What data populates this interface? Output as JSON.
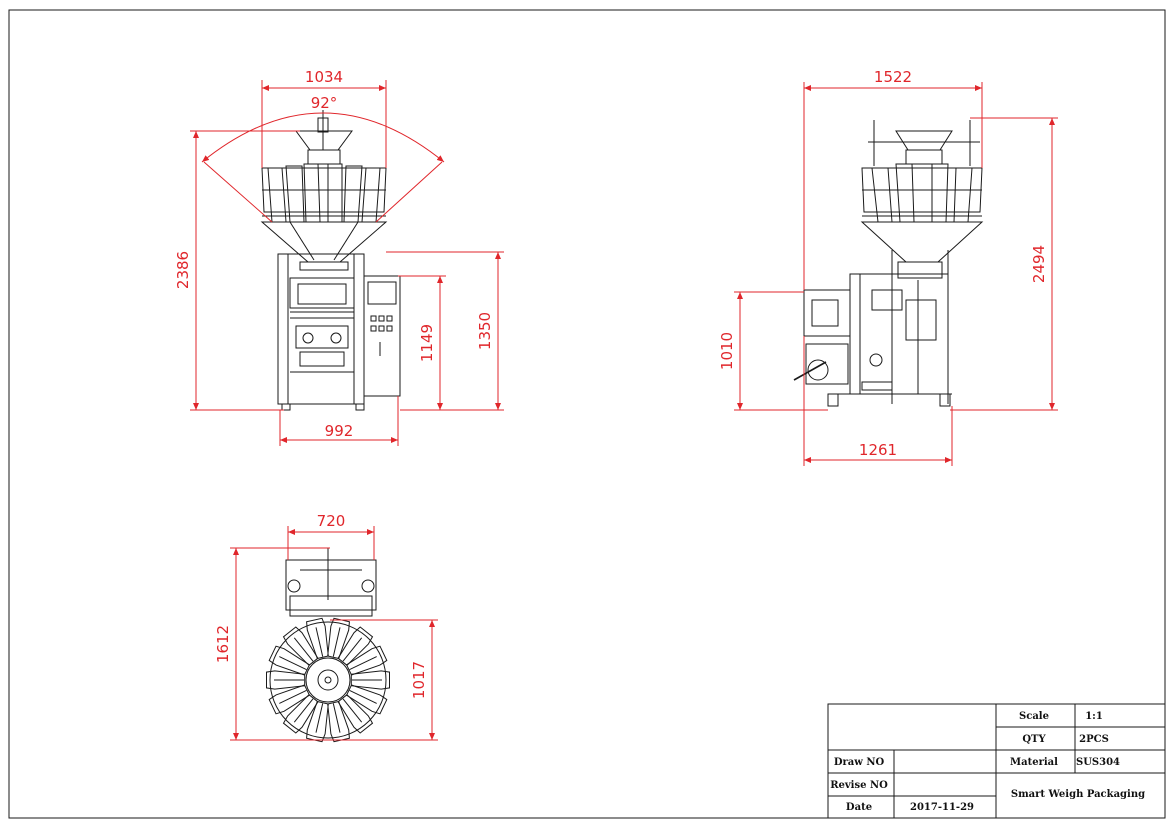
{
  "dimensions": {
    "front_top_width": "1034",
    "front_angle": "92°",
    "front_total_height": "2386",
    "front_body_height": "1149",
    "front_machine_height": "1350",
    "front_base_width": "992",
    "side_top_width": "1522",
    "side_total_height": "2494",
    "side_frame_height": "1010",
    "side_base_width": "1261",
    "top_width": "720",
    "top_depth": "1612",
    "top_head_diameter": "1017"
  },
  "title_block": {
    "scale_label": "Scale",
    "scale_value": "1:1",
    "qty_label": "QTY",
    "qty_value": "2PCS",
    "material_label": "Material",
    "material_value": "SUS304",
    "draw_no_label": "Draw NO",
    "draw_no_value": "",
    "revise_no_label": "Revise NO",
    "revise_no_value": "",
    "date_label": "Date",
    "date_value": "2017-11-29",
    "product_name": "Smart Weigh Packaging"
  },
  "colors": {
    "dimension": "#e0262b",
    "line": "#1a1a1a"
  }
}
